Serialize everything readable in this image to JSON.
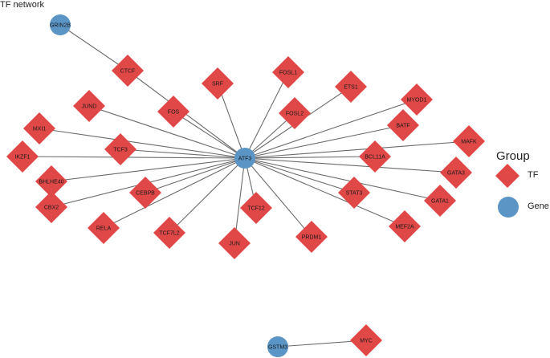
{
  "title": "TF network",
  "colors": {
    "tf": "#e04848",
    "gene": "#5b95c6",
    "edge": "#6b6b6b"
  },
  "legend": {
    "title": "Group",
    "items": [
      {
        "label": "TF",
        "shape": "diamond"
      },
      {
        "label": "Gene",
        "shape": "circle"
      }
    ]
  },
  "nodes": [
    {
      "id": "ATF3",
      "group": "Gene"
    },
    {
      "id": "GRIN2B",
      "group": "Gene"
    },
    {
      "id": "GSTM3",
      "group": "Gene"
    },
    {
      "id": "CTCF",
      "group": "TF"
    },
    {
      "id": "SRF",
      "group": "TF"
    },
    {
      "id": "FOSL1",
      "group": "TF"
    },
    {
      "id": "ETS1",
      "group": "TF"
    },
    {
      "id": "MYOD1",
      "group": "TF"
    },
    {
      "id": "JUND",
      "group": "TF"
    },
    {
      "id": "FOS",
      "group": "TF"
    },
    {
      "id": "FOSL2",
      "group": "TF"
    },
    {
      "id": "BATF",
      "group": "TF"
    },
    {
      "id": "MXI1",
      "group": "TF"
    },
    {
      "id": "TCF3",
      "group": "TF"
    },
    {
      "id": "MAFK",
      "group": "TF"
    },
    {
      "id": "IKZF1",
      "group": "TF"
    },
    {
      "id": "BCL11A",
      "group": "TF"
    },
    {
      "id": "BHLHE40",
      "group": "TF"
    },
    {
      "id": "GATA3",
      "group": "TF"
    },
    {
      "id": "CEBPB",
      "group": "TF"
    },
    {
      "id": "CBX2",
      "group": "TF"
    },
    {
      "id": "TCF12",
      "group": "TF"
    },
    {
      "id": "STAT3",
      "group": "TF"
    },
    {
      "id": "GATA1",
      "group": "TF"
    },
    {
      "id": "RELA",
      "group": "TF"
    },
    {
      "id": "TCF7L2",
      "group": "TF"
    },
    {
      "id": "MEF2A",
      "group": "TF"
    },
    {
      "id": "JUN",
      "group": "TF"
    },
    {
      "id": "PRDM1",
      "group": "TF"
    },
    {
      "id": "MYC",
      "group": "TF"
    }
  ],
  "edges": [
    [
      "GRIN2B",
      "CTCF"
    ],
    [
      "CTCF",
      "ATF3"
    ],
    [
      "SRF",
      "ATF3"
    ],
    [
      "FOSL1",
      "ATF3"
    ],
    [
      "ETS1",
      "ATF3"
    ],
    [
      "MYOD1",
      "ATF3"
    ],
    [
      "JUND",
      "ATF3"
    ],
    [
      "FOS",
      "ATF3"
    ],
    [
      "FOSL2",
      "ATF3"
    ],
    [
      "BATF",
      "ATF3"
    ],
    [
      "MXI1",
      "ATF3"
    ],
    [
      "TCF3",
      "ATF3"
    ],
    [
      "MAFK",
      "ATF3"
    ],
    [
      "IKZF1",
      "ATF3"
    ],
    [
      "BCL11A",
      "ATF3"
    ],
    [
      "BHLHE40",
      "ATF3"
    ],
    [
      "GATA3",
      "ATF3"
    ],
    [
      "CEBPB",
      "ATF3"
    ],
    [
      "CBX2",
      "ATF3"
    ],
    [
      "TCF12",
      "ATF3"
    ],
    [
      "STAT3",
      "ATF3"
    ],
    [
      "GATA1",
      "ATF3"
    ],
    [
      "RELA",
      "ATF3"
    ],
    [
      "TCF7L2",
      "ATF3"
    ],
    [
      "MEF2A",
      "ATF3"
    ],
    [
      "JUN",
      "ATF3"
    ],
    [
      "PRDM1",
      "ATF3"
    ],
    [
      "GSTM3",
      "MYC"
    ]
  ]
}
